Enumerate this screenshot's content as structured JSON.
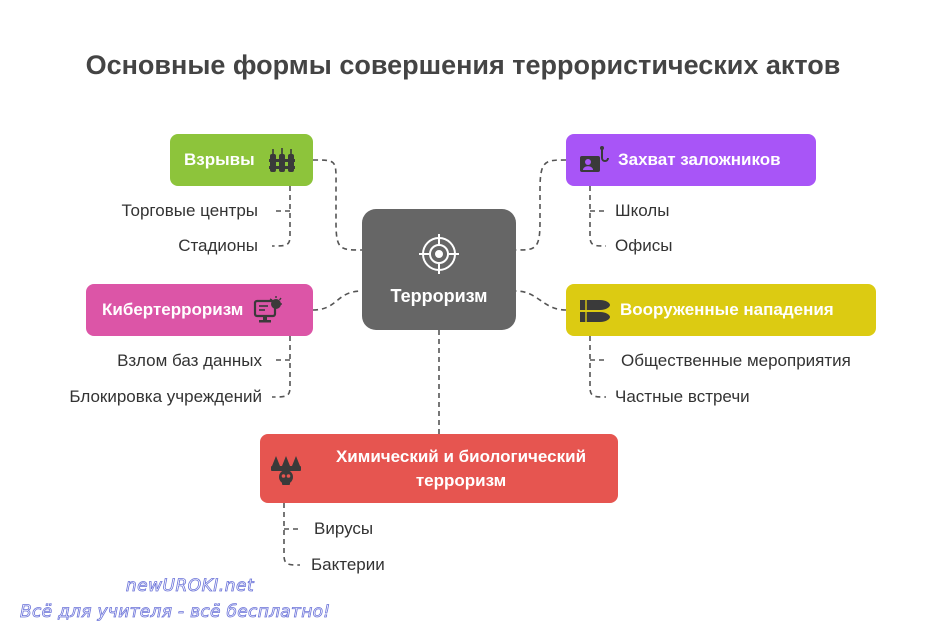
{
  "title": "Основные формы совершения террористических актов",
  "center": {
    "label": "Терроризм",
    "icon": "crosshair-icon",
    "color": "#666666"
  },
  "branches": {
    "explosions": {
      "label": "Взрывы",
      "icon": "dynamite-icon",
      "color": "#8dc43b",
      "items": [
        "Торговые центры",
        "Стадионы"
      ]
    },
    "hostages": {
      "label": "Захват заложников",
      "icon": "hostage-hook-icon",
      "color": "#a855f7",
      "items": [
        "Школы",
        "Офисы"
      ]
    },
    "cyber": {
      "label": "Кибертерроризм",
      "icon": "computer-virus-icon",
      "color": "#dc55a7",
      "items": [
        "Взлом баз данных",
        "Блокировка учреждений"
      ]
    },
    "armed": {
      "label": "Вооруженные нападения",
      "icon": "bullets-icon",
      "color": "#dccb12",
      "items": [
        "Общественные мероприятия",
        "Частные встречи"
      ]
    },
    "chembio": {
      "label_line1": "Химический и биологический",
      "label_line2": "терроризм",
      "icon": "biohazard-skull-icon",
      "color": "#e65550",
      "items": [
        "Вирусы",
        "Бактерии"
      ]
    }
  },
  "watermark": {
    "line1": "newUROKI.net",
    "line2": "Всё для учителя - всё бесплатно!"
  }
}
